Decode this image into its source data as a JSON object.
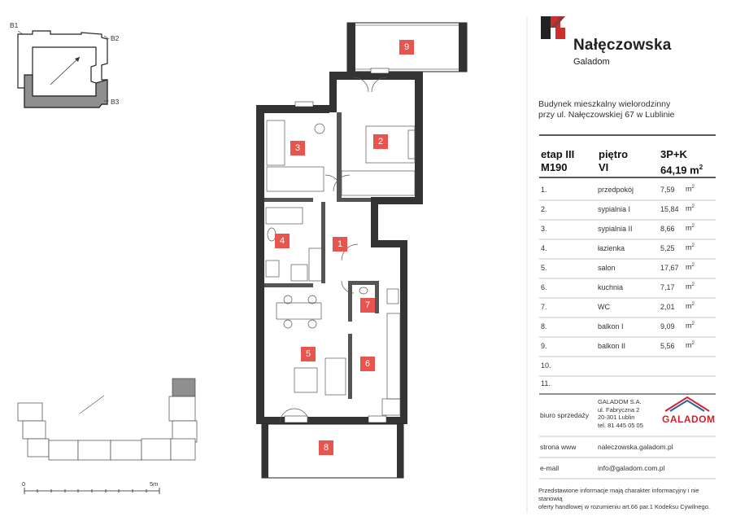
{
  "brand": {
    "name": "Nałęczowska",
    "sub": "Galadom",
    "colors": {
      "dark": "#222222",
      "accent": "#c9302c"
    }
  },
  "building": {
    "line1": "Budynek mieszkalny wielorodzinny",
    "line2": "przy ul. Nałęczowskiej 67 w Lublinie"
  },
  "unit": {
    "etap": "etap III",
    "code": "M190",
    "floor_label": "piętro",
    "floor": "VI",
    "type": "3P+K",
    "total_area": "64,19 m",
    "total_sup": "2"
  },
  "rooms": [
    {
      "n": "1.",
      "name": "przedpokój",
      "area": "7,59",
      "unit": "m"
    },
    {
      "n": "2.",
      "name": "sypialnia I",
      "area": "15,84",
      "unit": "m"
    },
    {
      "n": "3.",
      "name": "sypialnia II",
      "area": "8,66",
      "unit": "m"
    },
    {
      "n": "4.",
      "name": "łazienka",
      "area": "5,25",
      "unit": "m"
    },
    {
      "n": "5.",
      "name": "salon",
      "area": "17,67",
      "unit": "m"
    },
    {
      "n": "6.",
      "name": "kuchnia",
      "area": "7,17",
      "unit": "m"
    },
    {
      "n": "7.",
      "name": "WC",
      "area": "2,01",
      "unit": "m"
    },
    {
      "n": "8.",
      "name": "balkon I",
      "area": "9,09",
      "unit": "m"
    },
    {
      "n": "9.",
      "name": "balkon II",
      "area": "5,56",
      "unit": "m"
    },
    {
      "n": "10.",
      "name": "",
      "area": "",
      "unit": ""
    },
    {
      "n": "11.",
      "name": "",
      "area": "",
      "unit": ""
    }
  ],
  "sales": {
    "label": "biuro sprzedaży",
    "company": "GALADOM S.A.",
    "street": "ul. Fabryczna 2",
    "city": "20-301 Lublin",
    "tel": "tel. 81 445 05 05",
    "logo_text": "GALADOM"
  },
  "web": {
    "label": "strona www",
    "value": "naleczowska.galadom.pl"
  },
  "email": {
    "label": "e-mail",
    "value": "info@galadom.com.pl"
  },
  "disclaimer": {
    "line1": "Przedstawione informacje mają charakter informacyjny i nie stanowią",
    "line2": "oferty handlowej w rozumieniu art.66 par.1 Kodeksu Cywilnego."
  },
  "key_plan": {
    "labels": [
      "B1",
      "B2",
      "B3"
    ]
  },
  "scale": {
    "start": "0",
    "end": "5m"
  },
  "plan_labels": [
    "1",
    "2",
    "3",
    "4",
    "5",
    "6",
    "7",
    "8",
    "9"
  ]
}
